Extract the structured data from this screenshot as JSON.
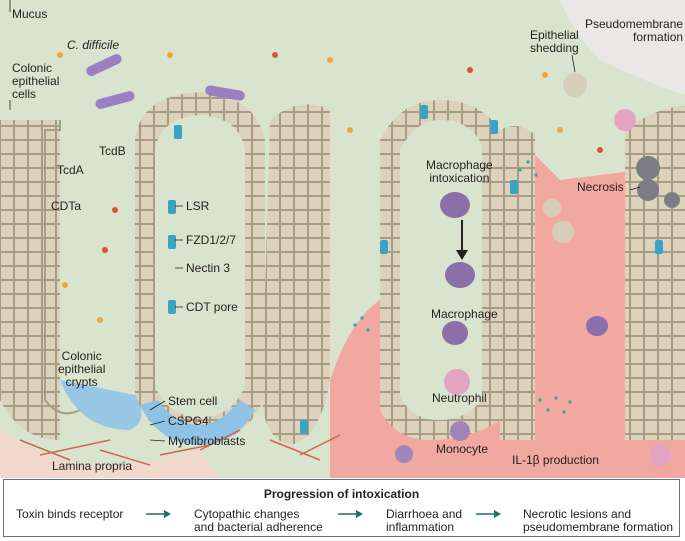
{
  "labels": {
    "mucus": "Mucus",
    "c_difficile": "C. difficile",
    "colonic_epithelial_cells": "Colonic\nepithelial\ncells",
    "tcdb": "TcdB",
    "tcda": "TcdA",
    "cdta": "CDTa",
    "lsr": "LSR",
    "fzd": "FZD1/2/7",
    "nectin3": "Nectin 3",
    "cdt_pore": "CDT pore",
    "colonic_epithelial_crypts": "Colonic\nepithelial\ncrypts",
    "stem_cell": "Stem cell",
    "cspg4": "CSPG4",
    "myofibroblasts": "Myofibroblasts",
    "lamina_propria": "Lamina propria",
    "epithelial_shedding": "Epithelial\nshedding",
    "pseudomembrane_formation": "Pseudomembrane\nformation",
    "macrophage_intoxication": "Macrophage\nintoxication",
    "necrosis": "Necrosis",
    "macrophage": "Macrophage",
    "neutrophil": "Neutrophil",
    "monocyte": "Monocyte",
    "il1b_production": "IL-1β production"
  },
  "legend": {
    "title": "Progression of intoxication",
    "steps": [
      "Toxin binds receptor",
      "Cytopathic changes\nand bacterial adherence",
      "Diarrhoea and\ninflammation",
      "Necrotic lesions and\npseudomembrane formation"
    ]
  },
  "colors": {
    "mucus": "#d9e4cf",
    "lamina_propria": "#f0a8a0",
    "epithelium": "#ddd3bd",
    "stem_cell": "#8fc3e6",
    "receptor": "#3aa3c4",
    "toxin_orange": "#f2a43a",
    "toxin_red": "#d9533b",
    "macrophage": "#8c6fa8",
    "neutrophil": "#e3a3c3",
    "necrotic_cell": "#7d7b84"
  }
}
